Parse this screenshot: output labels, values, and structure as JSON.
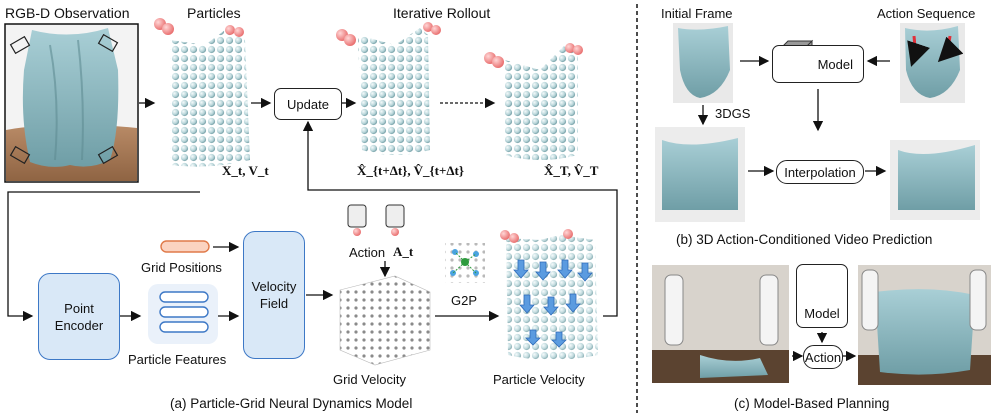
{
  "panel_a": {
    "rgbd_label": "RGB-D Observation",
    "particles_label": "Particles",
    "rollout_label": "Iterative Rollout",
    "update_label": "Update",
    "xt_vt": "X_t, V_t",
    "x_next": "X̂_{t+Δt}, V̂_{t+Δt}",
    "x_final": "X̂_T, V̂_T",
    "grid_positions_label": "Grid Positions",
    "point_encoder_label": "Point Encoder",
    "particle_features_label": "Particle Features",
    "velocity_field_label": "Velocity Field",
    "action_label": "Action",
    "action_symbol": "A_t",
    "grid_velocity_label": "Grid Velocity",
    "g2p_label": "G2P",
    "particle_velocity_label": "Particle Velocity",
    "caption": "(a) Particle-Grid Neural Dynamics Model"
  },
  "panel_b": {
    "initial_frame_label": "Initial Frame",
    "action_sequence_label": "Action Sequence",
    "model_label": "Model",
    "threedgs_label": "3DGS",
    "interpolation_label": "Interpolation",
    "caption": "(b) 3D Action-Conditioned Video Prediction"
  },
  "panel_c": {
    "model_label": "Model",
    "action_label": "Action",
    "caption": "(c) Model-Based Planning"
  }
}
